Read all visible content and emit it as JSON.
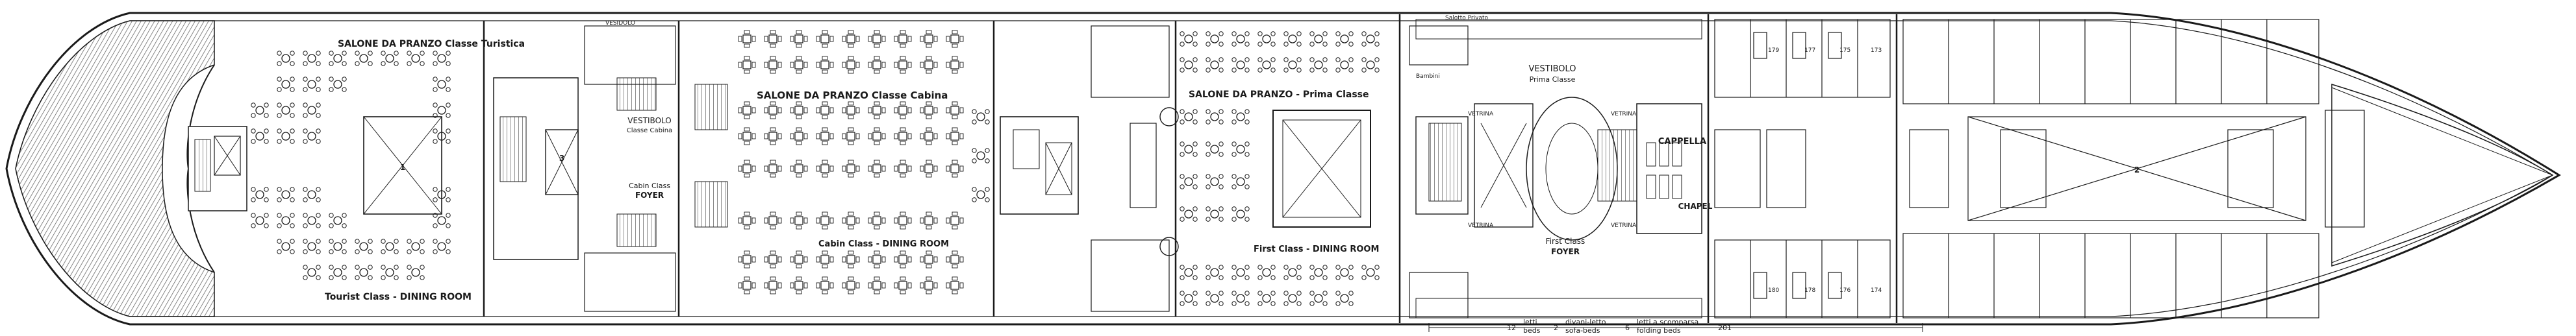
{
  "compartments": [
    {
      "num": "1"
    },
    {
      "num": "3"
    },
    {
      "num": "2"
    }
  ],
  "labels": {
    "salone_turistica": "SALONE DA PRANZO  Classe Turistica",
    "tourist_dining": "Tourist Class - DINING ROOM",
    "vestibolo_cabina": "VESTIBOLO",
    "classe_cabina": "Classe Cabina",
    "cabin_foyer": "Cabin Class",
    "cabin_foyer2": "FOYER",
    "salone_cabina": "SALONE DA PRANZO  Classe Cabina",
    "cabin_dining": "Cabin Class - DINING ROOM",
    "salone_prima": "SALONE DA PRANZO - Prima Classe",
    "first_dining": "First Class - DINING ROOM",
    "vestibolo_prima": "VESTIBOLO",
    "prima_classe": "Prima Classe",
    "first_foyer": "First Class",
    "first_foyer2": "FOYER",
    "cappella": "CAPPELLA",
    "chapel": "CHAPEL",
    "vetrina1": "VETRINA",
    "vetrina2": "VETRINA",
    "vetrina3": "VETRINA",
    "vetrina4": "VETRINA",
    "bambini": "Bambini",
    "salotto": "Salotto Privato",
    "vesidolo": "VESIDOLO",
    "cabin_numbers": [
      "179",
      "177",
      "175",
      "173",
      "180",
      "178",
      "176",
      "174"
    ]
  },
  "legend": {
    "letti": "letti",
    "beds": "beds",
    "count_12": "12",
    "count_2": "2",
    "divani": "divani-letto",
    "sofa": "sofa-beds",
    "count_6": "6",
    "letti_scomparsa": "letti a scomparsa",
    "folding": "folding beds",
    "count_201": "201"
  },
  "colors": {
    "ink": "#1a1a1a",
    "paper": "#ffffff",
    "hatch": "#555555"
  }
}
